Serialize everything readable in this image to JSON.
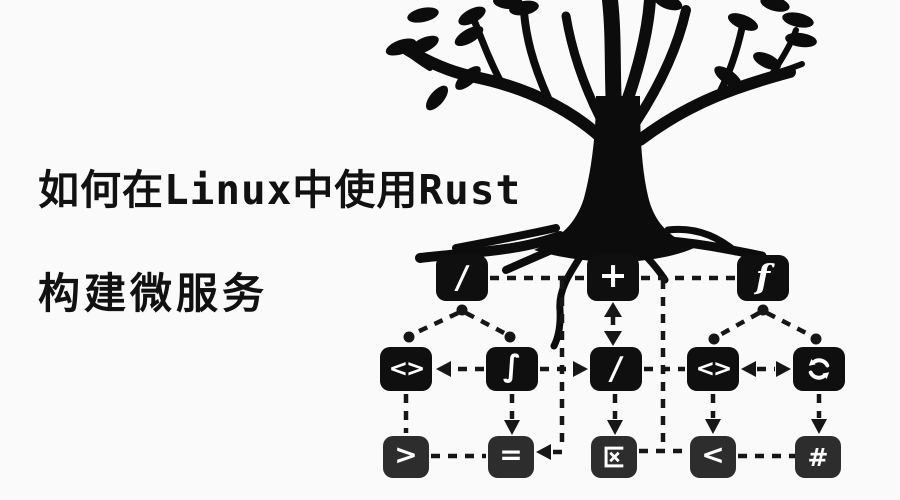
{
  "page": {
    "background": "#fafafa",
    "ink": "#0c0c0c"
  },
  "title": {
    "line1": "如何在Linux中使用Rust",
    "line2": "构建微服务",
    "color": "#111111"
  },
  "illustration": {
    "name": "black-tree-silhouette-with-roots",
    "color": "#0c0c0c"
  },
  "diagram": {
    "node_fill_dark": "#0f0f0f",
    "node_fill_soft": "#2d2d2d",
    "glyph_color": "#ffffff",
    "connector_color": "#161616",
    "connector_style": "dashed",
    "nodes": [
      {
        "id": "slash-root",
        "glyph": "/",
        "row": "top"
      },
      {
        "id": "plus",
        "glyph": "+",
        "row": "top"
      },
      {
        "id": "function-f",
        "glyph": "f",
        "row": "top"
      },
      {
        "id": "angle-pair",
        "glyph": "<>",
        "row": "middle"
      },
      {
        "id": "integral",
        "glyph": "∫",
        "row": "middle"
      },
      {
        "id": "slash-mid",
        "glyph": "/",
        "row": "middle"
      },
      {
        "id": "code-brackets",
        "glyph": "<>",
        "row": "middle"
      },
      {
        "id": "cycle",
        "icon": "cycle-arrows-icon",
        "row": "middle"
      },
      {
        "id": "greater-than",
        "glyph": ">",
        "row": "bottom"
      },
      {
        "id": "equals",
        "glyph": "=",
        "row": "bottom"
      },
      {
        "id": "region",
        "icon": "region-glyph-icon",
        "row": "bottom"
      },
      {
        "id": "less-than",
        "glyph": "<",
        "row": "bottom"
      },
      {
        "id": "hash",
        "glyph": "#",
        "row": "bottom"
      }
    ]
  }
}
